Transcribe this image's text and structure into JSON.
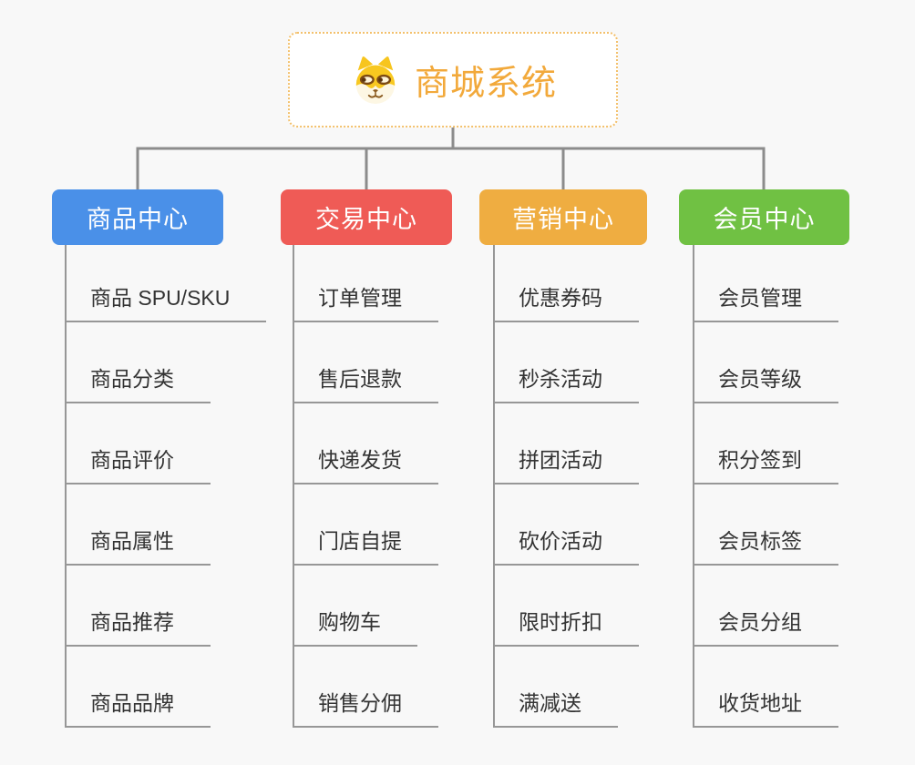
{
  "page": {
    "background_color": "#f8f8f8",
    "connector_color": "#8c8c8c",
    "leaf_line_color": "#979797",
    "leaf_text_color": "#333333"
  },
  "root": {
    "title": "商城系统",
    "icon": "shiba-dog-icon",
    "title_color": "#f2a93b",
    "border_color": "#f3c06b",
    "background_color": "#ffffff"
  },
  "branches": [
    {
      "label": "商品中心",
      "color": "#4a90e8",
      "items": [
        "商品 SPU/SKU",
        "商品分类",
        "商品评价",
        "商品属性",
        "商品推荐",
        "商品品牌"
      ]
    },
    {
      "label": "交易中心",
      "color": "#ef5b56",
      "items": [
        "订单管理",
        "售后退款",
        "快递发货",
        "门店自提",
        "购物车",
        "销售分佣"
      ]
    },
    {
      "label": "营销中心",
      "color": "#efad41",
      "items": [
        "优惠券码",
        "秒杀活动",
        "拼团活动",
        "砍价活动",
        "限时折扣",
        "满减送"
      ]
    },
    {
      "label": "会员中心",
      "color": "#70c143",
      "items": [
        "会员管理",
        "会员等级",
        "积分签到",
        "会员标签",
        "会员分组",
        "收货地址"
      ]
    }
  ]
}
